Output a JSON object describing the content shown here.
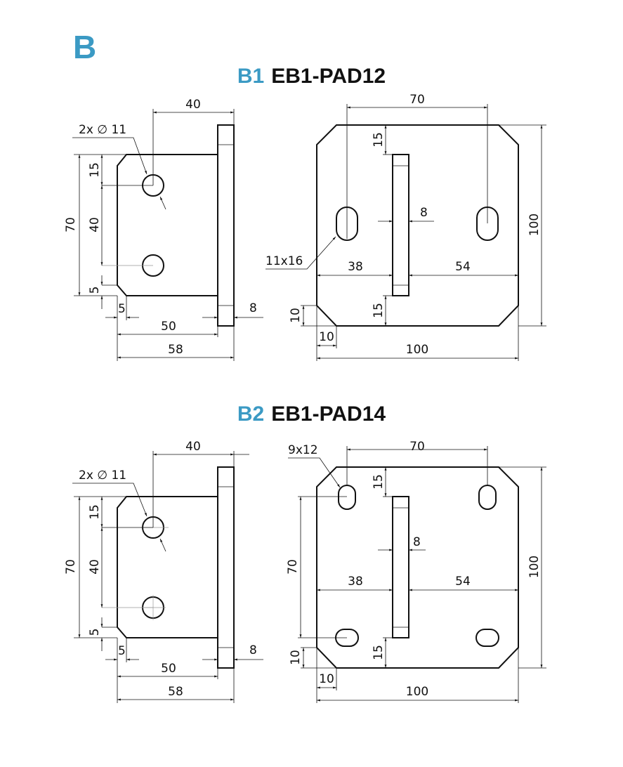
{
  "section_letter": "B",
  "drawings": [
    {
      "code": "B1",
      "name": "EB1-PAD12",
      "side": {
        "d_offset": "40",
        "holes": "2x ∅ 11",
        "d_height": "70",
        "d_top": "15",
        "d_spacing": "40",
        "d_chamfer_v": "5",
        "d_chamfer_h": "5",
        "d_body": "50",
        "d_total": "58",
        "d_thickness": "8"
      },
      "top": {
        "d_slot_spacing": "70",
        "d_height": "100",
        "d_top": "15",
        "d_bar": "8",
        "slot_size": "11x16",
        "d_left": "38",
        "d_right": "54",
        "d_bottom": "15",
        "d_chamfer_v": "10",
        "d_chamfer_h": "10",
        "d_width": "100"
      }
    },
    {
      "code": "B2",
      "name": "EB1-PAD14",
      "side": {
        "d_offset": "40",
        "holes": "2x ∅ 11",
        "d_height": "70",
        "d_top": "15",
        "d_spacing": "40",
        "d_chamfer_v": "5",
        "d_chamfer_h": "5",
        "d_body": "50",
        "d_total": "58",
        "d_thickness": "8"
      },
      "top": {
        "d_slot_spacing": "70",
        "slot_size": "9x12",
        "d_height": "100",
        "d_top": "15",
        "d_bar": "8",
        "d_vertical_slots": "70",
        "d_left": "38",
        "d_right": "54",
        "d_bottom": "15",
        "d_chamfer_v": "10",
        "d_chamfer_h": "10",
        "d_width": "100"
      }
    }
  ]
}
